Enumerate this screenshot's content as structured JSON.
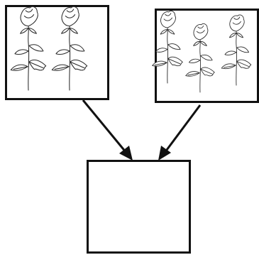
{
  "diagram": {
    "parent_left": {
      "plant_count": 2,
      "content": "flowering-plant"
    },
    "parent_right": {
      "plant_count": 3,
      "content": "flowering-plant"
    },
    "offspring": {
      "content": ""
    },
    "colors": {
      "line": "#111111",
      "background": "#ffffff"
    }
  }
}
